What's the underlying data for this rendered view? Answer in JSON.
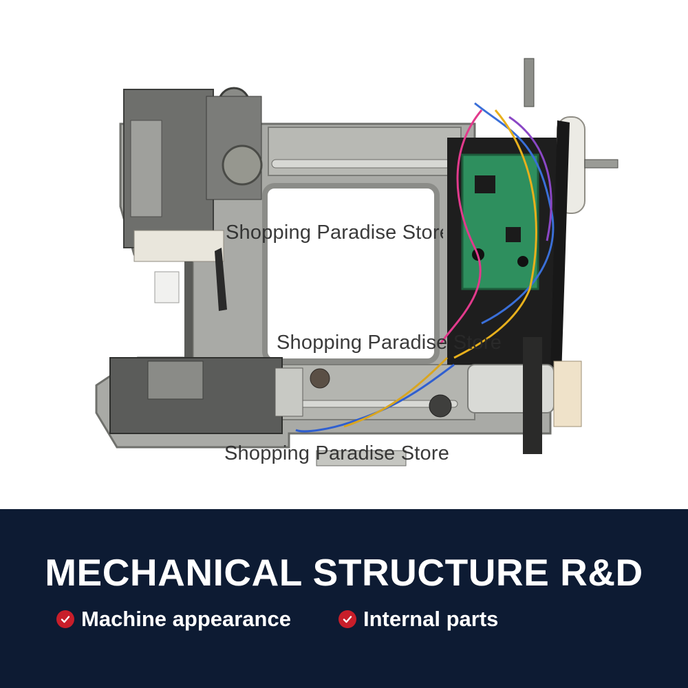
{
  "watermarks": [
    "Shopping Paradise Store",
    "Shopping Paradise Store",
    "Shopping Paradise Store"
  ],
  "banner": {
    "headline": "MECHANICAL STRUCTURE R&D",
    "features": [
      {
        "label": "Machine appearance",
        "icon": "check-circle-icon"
      },
      {
        "label": "Internal parts",
        "icon": "check-circle-icon"
      }
    ],
    "background_color": "#0d1b33",
    "accent_color": "#c81e2a"
  }
}
